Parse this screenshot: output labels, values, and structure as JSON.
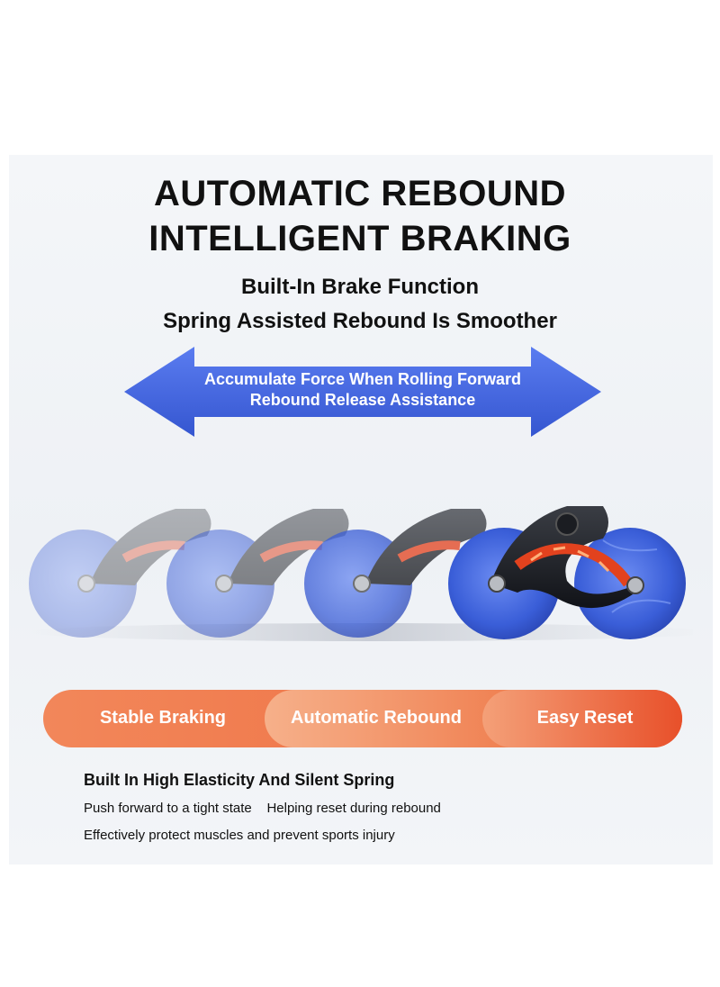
{
  "headline": {
    "line1": "AUTOMATIC REBOUND",
    "line2": "INTELLIGENT BRAKING"
  },
  "subheadline": {
    "line1": "Built-In Brake Function",
    "line2": "Spring Assisted Rebound Is Smoother"
  },
  "arrow_banner": {
    "line1": "Accumulate Force When Rolling Forward",
    "line2": "Rebound Release Assistance",
    "color": "#3f63dc"
  },
  "product_image": {
    "icon": "ab-roller-wheel-icon",
    "wheel_color": "#3a5ed8",
    "spring_color": "#e2421e"
  },
  "feature_pills": [
    {
      "label": "Stable Braking"
    },
    {
      "label": "Automatic Rebound"
    },
    {
      "label": "Easy Reset"
    }
  ],
  "features": {
    "heading": "Built In High Elasticity And Silent Spring",
    "line1": "Push forward to a tight state    Helping reset during rebound",
    "line2": "Effectively protect muscles and prevent sports injury"
  }
}
